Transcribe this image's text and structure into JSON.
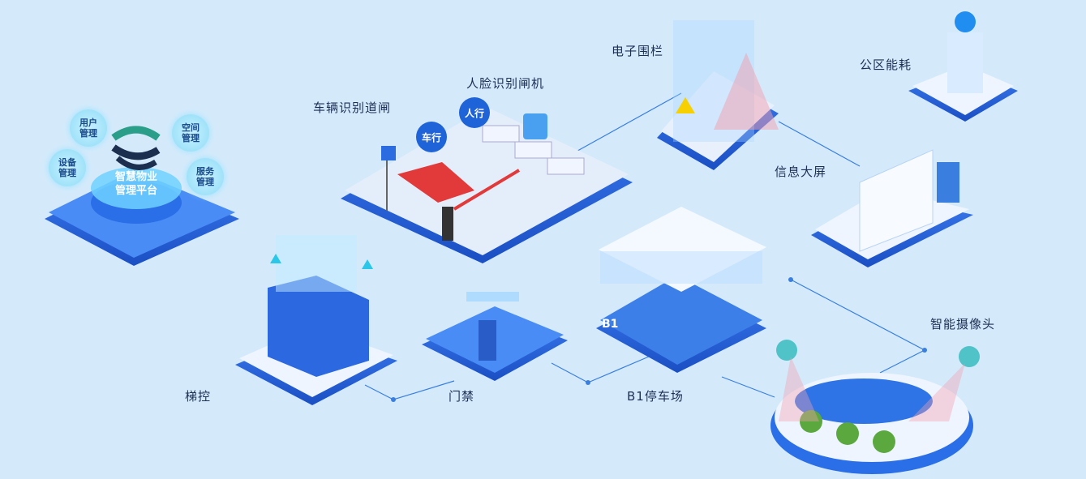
{
  "platform": {
    "title_line1": "智慧物业",
    "title_line2": "管理平台",
    "modules": [
      {
        "line1": "用户",
        "line2": "管理"
      },
      {
        "line1": "空间",
        "line2": "管理"
      },
      {
        "line1": "设备",
        "line2": "管理"
      },
      {
        "line1": "服务",
        "line2": "管理"
      }
    ]
  },
  "labels": {
    "face_gate": "人脸识别闸机",
    "vehicle_gate": "车辆识别道闸",
    "fence": "电子围栏",
    "energy": "公区能耗",
    "screen": "信息大屏",
    "camera": "智能摄像头",
    "parking": "B1停车场",
    "access": "门禁",
    "elevator": "梯控"
  },
  "bubbles": {
    "car": "车行",
    "people": "人行"
  },
  "parking_sign": "B1",
  "colors": {
    "background": "#d4eafb",
    "accent": "#1f63d8",
    "line": "#3a7fe0"
  }
}
